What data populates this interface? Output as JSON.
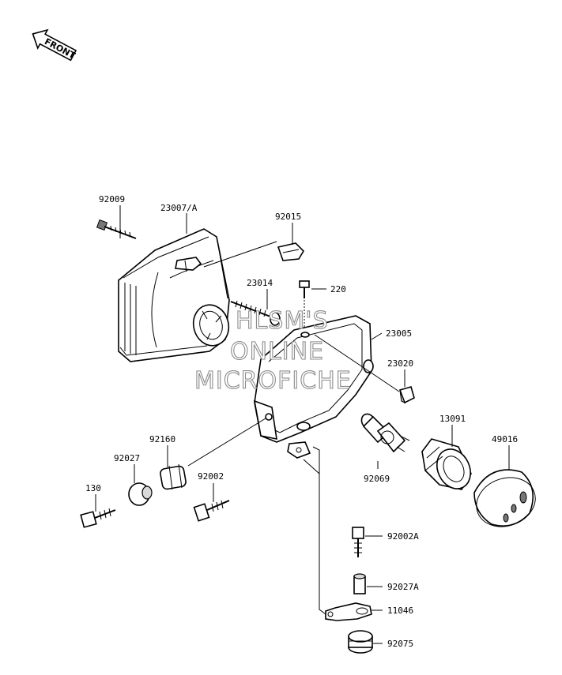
{
  "diagram": {
    "front_label": "FRONT",
    "watermark": [
      "HLSM'S",
      "ONLINE",
      "MICROFICHE"
    ],
    "callouts": [
      {
        "id": "92009",
        "label": "92009"
      },
      {
        "id": "23007A",
        "label": "23007/A"
      },
      {
        "id": "92015",
        "label": "92015"
      },
      {
        "id": "23014",
        "label": "23014"
      },
      {
        "id": "220",
        "label": "220"
      },
      {
        "id": "23005",
        "label": "23005"
      },
      {
        "id": "23020",
        "label": "23020"
      },
      {
        "id": "13091",
        "label": "13091"
      },
      {
        "id": "49016",
        "label": "49016"
      },
      {
        "id": "92160",
        "label": "92160"
      },
      {
        "id": "92027",
        "label": "92027"
      },
      {
        "id": "92002",
        "label": "92002"
      },
      {
        "id": "92069",
        "label": "92069"
      },
      {
        "id": "130",
        "label": "130"
      },
      {
        "id": "92002A",
        "label": "92002A"
      },
      {
        "id": "92027A",
        "label": "92027A"
      },
      {
        "id": "11046",
        "label": "11046"
      },
      {
        "id": "92075",
        "label": "92075"
      }
    ]
  }
}
